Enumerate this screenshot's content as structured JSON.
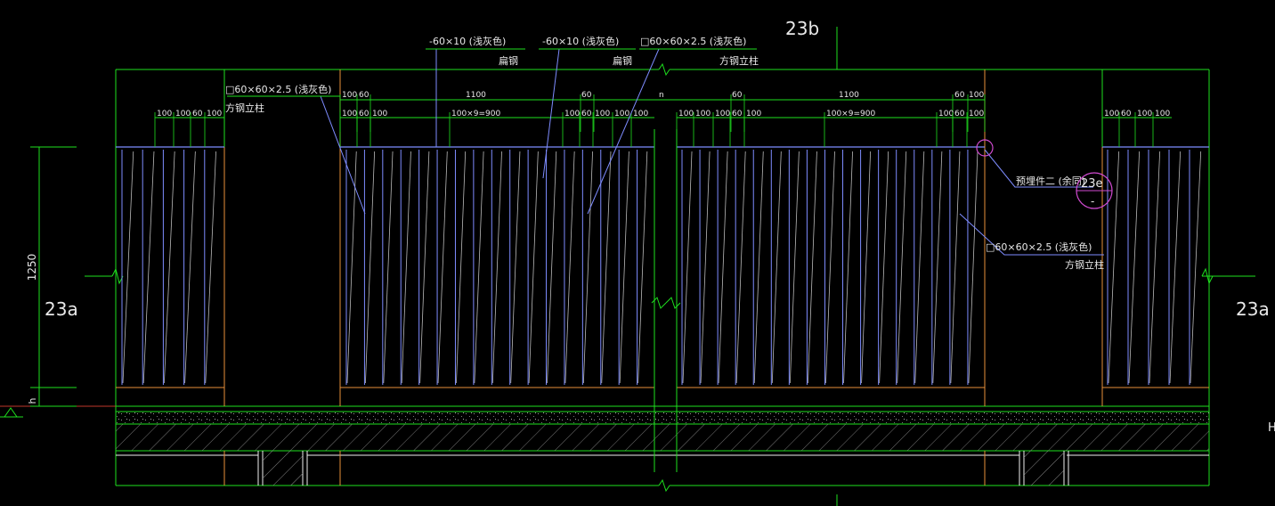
{
  "section_labels": {
    "left": "23a",
    "right": "23a",
    "top": "23b",
    "far_right_edge": "H"
  },
  "callouts": {
    "flat_bar_1_spec": "-60×10 (浅灰色)",
    "flat_bar_1_name": "扁钢",
    "flat_bar_2_spec": "-60×10 (浅灰色)",
    "flat_bar_2_name": "扁钢",
    "post_top_spec": "□60×60×2.5 (浅灰色)",
    "post_top_name": "方钢立柱",
    "post_left_spec": "□60×60×2.5 (浅灰色)",
    "post_left_name": "方钢立柱",
    "post_right_spec": "□60×60×2.5 (浅灰色)",
    "post_right_name": "方钢立柱",
    "embed_note": "预埋件二 (余同)",
    "embed_ref_top": "23e",
    "embed_ref_bottom": "-"
  },
  "dims_row1": {
    "d1": "100",
    "d2": "60",
    "d3": "1100",
    "d4": "60",
    "d5": "n",
    "d6": "60",
    "d7": "1100",
    "d8": "60",
    "d9": "100"
  },
  "dims_row2_center_left": [
    "100",
    "60",
    "100",
    "100×9=900",
    "100",
    "60",
    "100",
    "100",
    "100"
  ],
  "dims_row2_center_right": [
    "100",
    "100",
    "100",
    "60",
    "100",
    "100×9=900",
    "100",
    "60",
    "100"
  ],
  "dims_row2_left_panel": [
    "100",
    "100",
    "60",
    "100"
  ],
  "dims_row2_right_panel": [
    "100",
    "60",
    "100",
    "100"
  ],
  "vertical_dims": {
    "height": "1250",
    "h": "h"
  }
}
